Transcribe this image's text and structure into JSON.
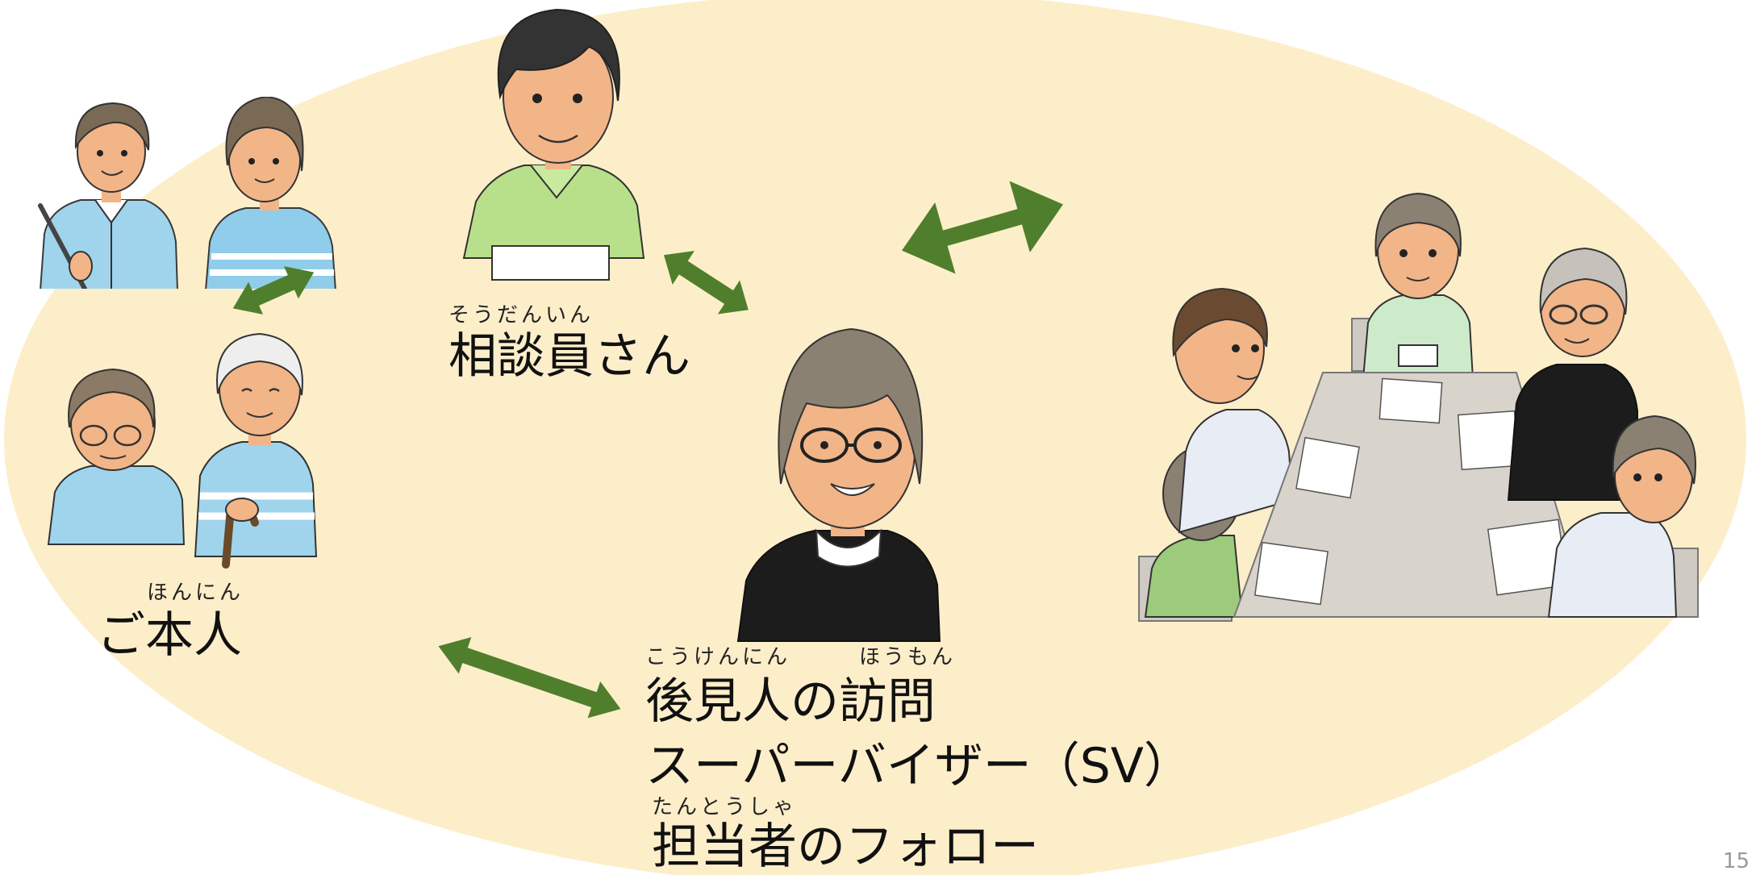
{
  "colors": {
    "background_oval": "#FDEECA",
    "arrow": "#4F7F2C"
  },
  "consultant": {
    "reading": "そうだんいん",
    "label": "相談員さん"
  },
  "person": {
    "reading": "ほんにん",
    "label": "ご本人"
  },
  "guardian_visit": {
    "reading_1": "こうけんにん",
    "reading_2": "ほうもん",
    "label": "後見人の訪問"
  },
  "supervisor": {
    "label": "スーパーバイザー（SV）"
  },
  "staff_follow": {
    "reading": "たんとうしゃ",
    "label": "担当者のフォロー"
  },
  "page_number": "15",
  "illustrations": {
    "top_left": "two-people-illustration",
    "consultant": "consultant-illustration",
    "person": "elderly-people-illustration",
    "guardian": "guardian-illustration",
    "meeting": "meeting-table-illustration"
  }
}
